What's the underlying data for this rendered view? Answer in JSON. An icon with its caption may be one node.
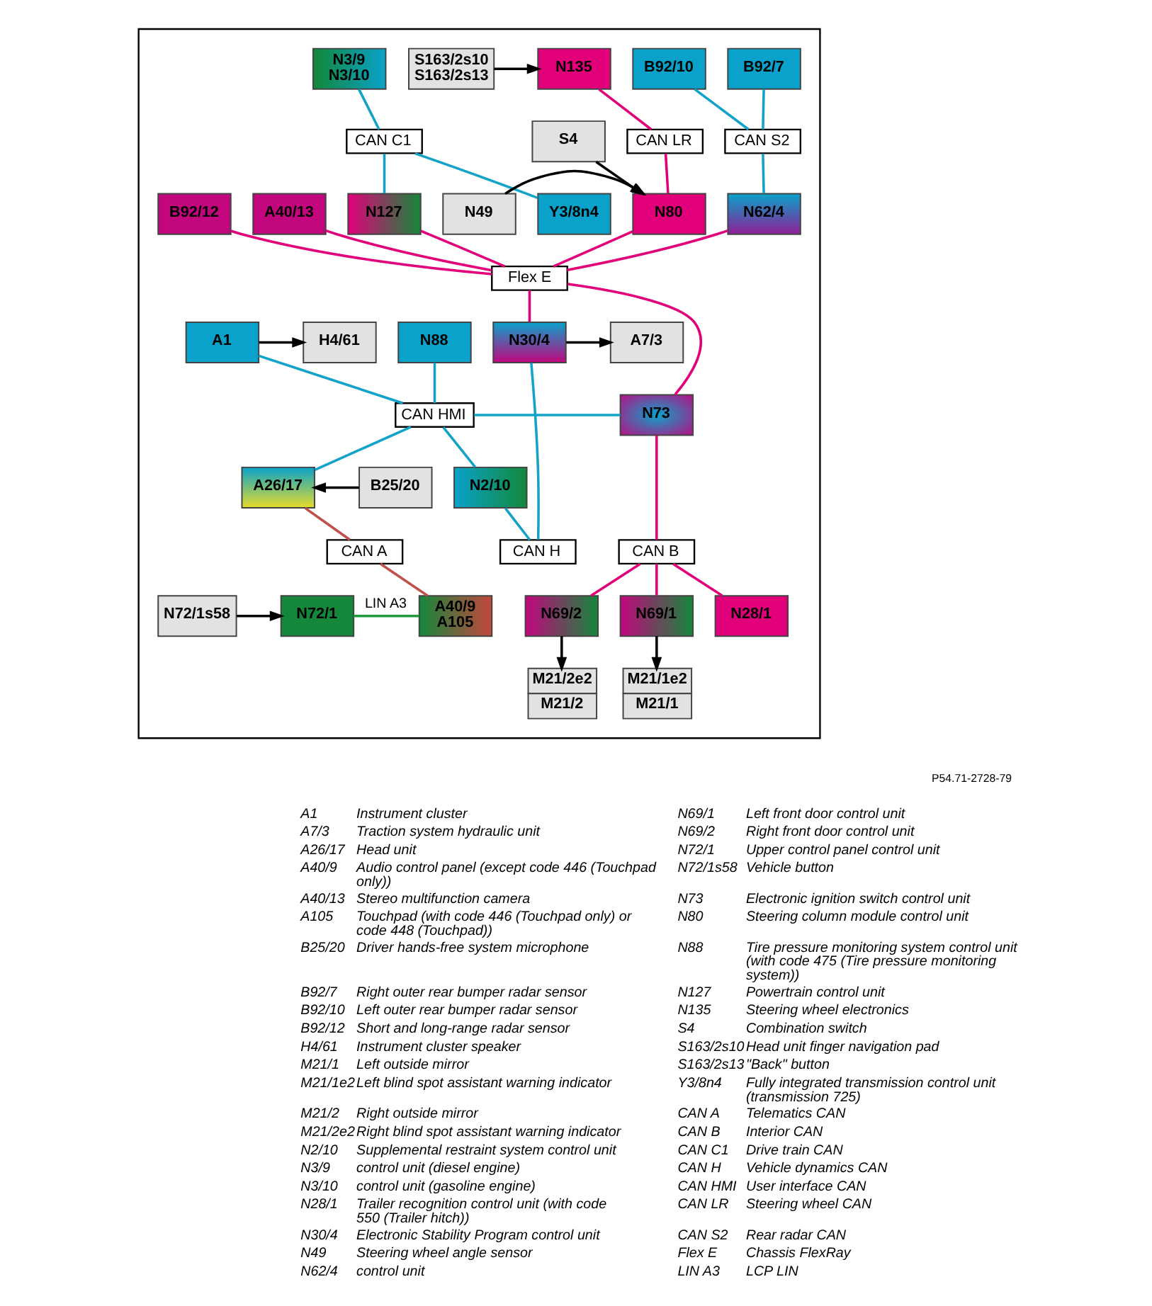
{
  "diagram": {
    "nodes": [
      {
        "text": [],
        "shape": "box"
      },
      {
        "text": [
          "N135"
        ],
        "in": 0
      },
      {
        "text": [
          "S163/2s10",
          "S163/2s13"
        ],
        "in": 0
      },
      {
        "text": [
          "B92/7"
        ],
        "in": 0
      },
      {
        "text": [
          "B92/10"
        ],
        "in": 0
      },
      {
        "text": [
          "N3/9",
          "N3/10"
        ],
        "in": 0
      },
      {
        "text": [
          "S4"
        ],
        "in": 0
      },
      {
        "text": [
          "CAN LR"
        ],
        "in": 0
      },
      {
        "text": [
          "CAN S2"
        ],
        "in": 0
      },
      {
        "text": [
          "CAN C1"
        ],
        "in": 0
      },
      {
        "text": [
          "N49"
        ],
        "in": 0
      },
      {
        "text": [
          "N80"
        ],
        "in": 0
      },
      {
        "text": [
          "A40/13"
        ],
        "in": 0
      },
      {
        "text": [
          "N62/4"
        ],
        "in": 0
      },
      {
        "text": [
          "B92/12"
        ],
        "in": 0
      },
      {
        "text": [
          "Y3/8n4"
        ],
        "in": 0
      },
      {
        "text": [
          "N127"
        ],
        "in": 0
      },
      {
        "text": [
          "Flex E"
        ],
        "in": 0
      },
      {
        "text": [
          "N88"
        ],
        "in": 0
      },
      {
        "text": [
          "H4/61"
        ],
        "in": 0
      },
      {
        "text": [
          "A1"
        ],
        "in": 0
      },
      {
        "text": [
          "A7/3"
        ],
        "in": 0
      },
      {
        "text": [
          "N30/4"
        ],
        "in": 0
      },
      {
        "text": [
          "CAN HMI"
        ],
        "in": 0
      },
      {
        "text": [
          "N73"
        ],
        "in": 0
      },
      {
        "text": [
          "N2/10"
        ],
        "in": 0
      },
      {
        "text": [
          "A26/17"
        ],
        "in": 0
      },
      {
        "text": [
          "B25/20"
        ],
        "in": 0
      },
      {
        "text": [
          "CAN H"
        ],
        "in": 0
      },
      {
        "text": [
          "CAN A"
        ],
        "in": 0
      },
      {
        "text": [
          "CAN B"
        ],
        "in": 0
      },
      {
        "text": [
          "N72/1s58"
        ],
        "in": 0
      },
      {
        "text": [
          "N72/1"
        ],
        "in": 0
      },
      {
        "text": [
          "A40/9",
          "A105"
        ],
        "in": 0
      },
      {
        "text": [
          "N28/1"
        ],
        "in": 0
      },
      {
        "text": [
          "N69/2"
        ],
        "in": 0
      },
      {
        "text": [
          "N69/1"
        ],
        "in": 0
      },
      {
        "text": [
          "M21/2e2",
          "M21/2"
        ],
        "in": 0
      },
      {
        "text": [
          "M21/1e2",
          "M21/1"
        ],
        "in": 0
      }
    ],
    "edges": [
      {
        "from": 2,
        "to": 1,
        "arrow": "to",
        "color": "#000000"
      },
      {
        "from": 1,
        "to": 7,
        "arrow": "none",
        "color": "#e2007a"
      },
      {
        "from": 7,
        "to": 11,
        "arrow": "none",
        "color": "#e2007a"
      },
      {
        "from": 3,
        "to": 8,
        "arrow": "none",
        "color": "#14a3c8"
      },
      {
        "from": 4,
        "to": 8,
        "arrow": "none",
        "color": "#14a3c8"
      },
      {
        "from": 8,
        "to": 13,
        "arrow": "none",
        "color": "#14a3c8"
      },
      {
        "from": 5,
        "to": 9,
        "arrow": "none",
        "color": "#14a3c8"
      },
      {
        "from": 9,
        "to": 15,
        "arrow": "none",
        "color": "#14a3c8"
      },
      {
        "from": 9,
        "to": 16,
        "arrow": "none",
        "color": "#14a3c8"
      },
      {
        "from": 6,
        "to": 11,
        "arrow": "to",
        "color": "#000000"
      },
      {
        "from": 10,
        "to": 11,
        "arrow": "to",
        "color": "#000000"
      },
      {
        "from": 11,
        "to": 17,
        "arrow": "none",
        "color": "#e2007a"
      },
      {
        "from": 12,
        "to": 17,
        "arrow": "none",
        "color": "#e2007a"
      },
      {
        "from": 13,
        "to": 17,
        "arrow": "none",
        "color": "#e2007a"
      },
      {
        "from": 14,
        "to": 17,
        "arrow": "none",
        "color": "#e2007a"
      },
      {
        "from": 16,
        "to": 17,
        "arrow": "none",
        "color": "#e2007a"
      },
      {
        "from": 17,
        "to": 22,
        "arrow": "none",
        "color": "#e2007a"
      },
      {
        "from": 17,
        "to": 24,
        "arrow": "none",
        "color": "#e2007a"
      },
      {
        "from": 20,
        "to": 19,
        "arrow": "to",
        "color": "#000000"
      },
      {
        "from": 22,
        "to": 21,
        "arrow": "to",
        "color": "#000000"
      },
      {
        "from": 18,
        "to": 23,
        "arrow": "none",
        "color": "#14a3c8"
      },
      {
        "from": 20,
        "to": 23,
        "arrow": "none",
        "color": "#14a3c8"
      },
      {
        "from": 23,
        "to": 24,
        "arrow": "none",
        "color": "#14a3c8"
      },
      {
        "from": 23,
        "to": 25,
        "arrow": "none",
        "color": "#14a3c8"
      },
      {
        "from": 23,
        "to": 26,
        "arrow": "none",
        "color": "#14a3c8"
      },
      {
        "from": 27,
        "to": 26,
        "arrow": "to",
        "color": "#000000"
      },
      {
        "from": 22,
        "to": 28,
        "arrow": "none",
        "color": "#14a3c8"
      },
      {
        "from": 25,
        "to": 28,
        "arrow": "none",
        "color": "#14a3c8"
      },
      {
        "from": 26,
        "to": 29,
        "arrow": "none",
        "color": "#c0504a"
      },
      {
        "from": 29,
        "to": 33,
        "arrow": "none",
        "color": "#c0504a"
      },
      {
        "from": 24,
        "to": 30,
        "arrow": "none",
        "color": "#e2007a"
      },
      {
        "from": 30,
        "to": 34,
        "arrow": "none",
        "color": "#e2007a"
      },
      {
        "from": 30,
        "to": 35,
        "arrow": "none",
        "color": "#e2007a"
      },
      {
        "from": 30,
        "to": 36,
        "arrow": "none",
        "color": "#e2007a"
      },
      {
        "from": 31,
        "to": 32,
        "arrow": "to",
        "color": "#000000"
      },
      {
        "from": 32,
        "to": 33,
        "arrow": "none",
        "label": "LIN A3",
        "color": "#1e9a40"
      },
      {
        "from": 35,
        "to": 37,
        "arrow": "to",
        "color": "#000000"
      },
      {
        "from": 36,
        "to": 38,
        "arrow": "to",
        "color": "#000000"
      }
    ],
    "labels": [
      "P54.71-2728-79",
      "A1",
      "Instrument cluster",
      "A7/3",
      "Traction system hydraulic unit",
      "A26/17",
      "Head unit",
      "A40/9",
      "Audio control panel (except code 446 (Touchpad only))",
      "A40/13",
      "Stereo multifunction camera",
      "A105",
      "Touchpad (with code 446 (Touchpad only) or code 448 (Touchpad))",
      "B25/20",
      "Driver hands-free system microphone",
      "B92/7",
      "Right outer rear bumper radar sensor",
      "B92/10",
      "Left outer rear bumper radar sensor",
      "B92/12",
      "Short and long-range radar sensor",
      "H4/61",
      "Instrument cluster speaker",
      "M21/1",
      "Left outside mirror",
      "M21/1e2",
      "Left blind spot assistant warning indicator",
      "M21/2",
      "Right outside mirror",
      "M21/2e2",
      "Right blind spot assistant warning indicator",
      "N2/10",
      "Supplemental restraint system control unit",
      "N3/9",
      "control unit (diesel engine)",
      "N3/10",
      "control unit (gasoline engine)",
      "N28/1",
      "Trailer recognition control unit (with code 550 (Trailer hitch))",
      "N30/4",
      "Electronic Stability Program control unit",
      "N49",
      "Steering wheel angle sensor",
      "N62/4",
      "control unit",
      "N69/1",
      "Left front door control unit",
      "N69/2",
      "Right front door control unit",
      "N72/1",
      "Upper control panel control unit",
      "N72/1s58",
      "Vehicle button",
      "N73",
      "Electronic ignition switch control unit",
      "N80",
      "Steering column module control unit",
      "N88",
      "Tire pressure monitoring system control unit (with code 475 (Tire pressure monitoring system))",
      "N127",
      "Powertrain control unit",
      "N135",
      "Steering wheel electronics",
      "S4",
      "Combination switch",
      "S163/2s10",
      "Head unit finger navigation pad",
      "S163/2s13",
      "\"Back\" button",
      "Y3/8n4",
      "Fully integrated transmission control unit (transmission 725)",
      "CAN A",
      "Telematics CAN",
      "CAN B",
      "Interior CAN",
      "CAN C1",
      "Drive train CAN",
      "CAN H",
      "Vehicle dynamics CAN",
      "CAN HMI",
      "User interface CAN",
      "CAN LR",
      "Steering wheel CAN",
      "CAN S2",
      "Rear radar CAN",
      "Flex E",
      "Chassis FlexRay",
      "LIN A3",
      "LCP LIN"
    ]
  }
}
